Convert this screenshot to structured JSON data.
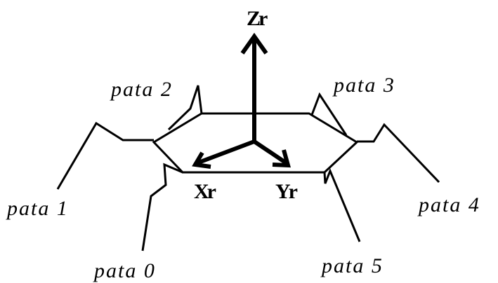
{
  "axes": {
    "z_label": "Zr",
    "x_label": "Xr",
    "y_label": "Yr"
  },
  "legs": [
    {
      "label": "pata 0"
    },
    {
      "label": "pata 1"
    },
    {
      "label": "pata 2"
    },
    {
      "label": "pata 3"
    },
    {
      "label": "pata 4"
    },
    {
      "label": "pata 5"
    }
  ]
}
